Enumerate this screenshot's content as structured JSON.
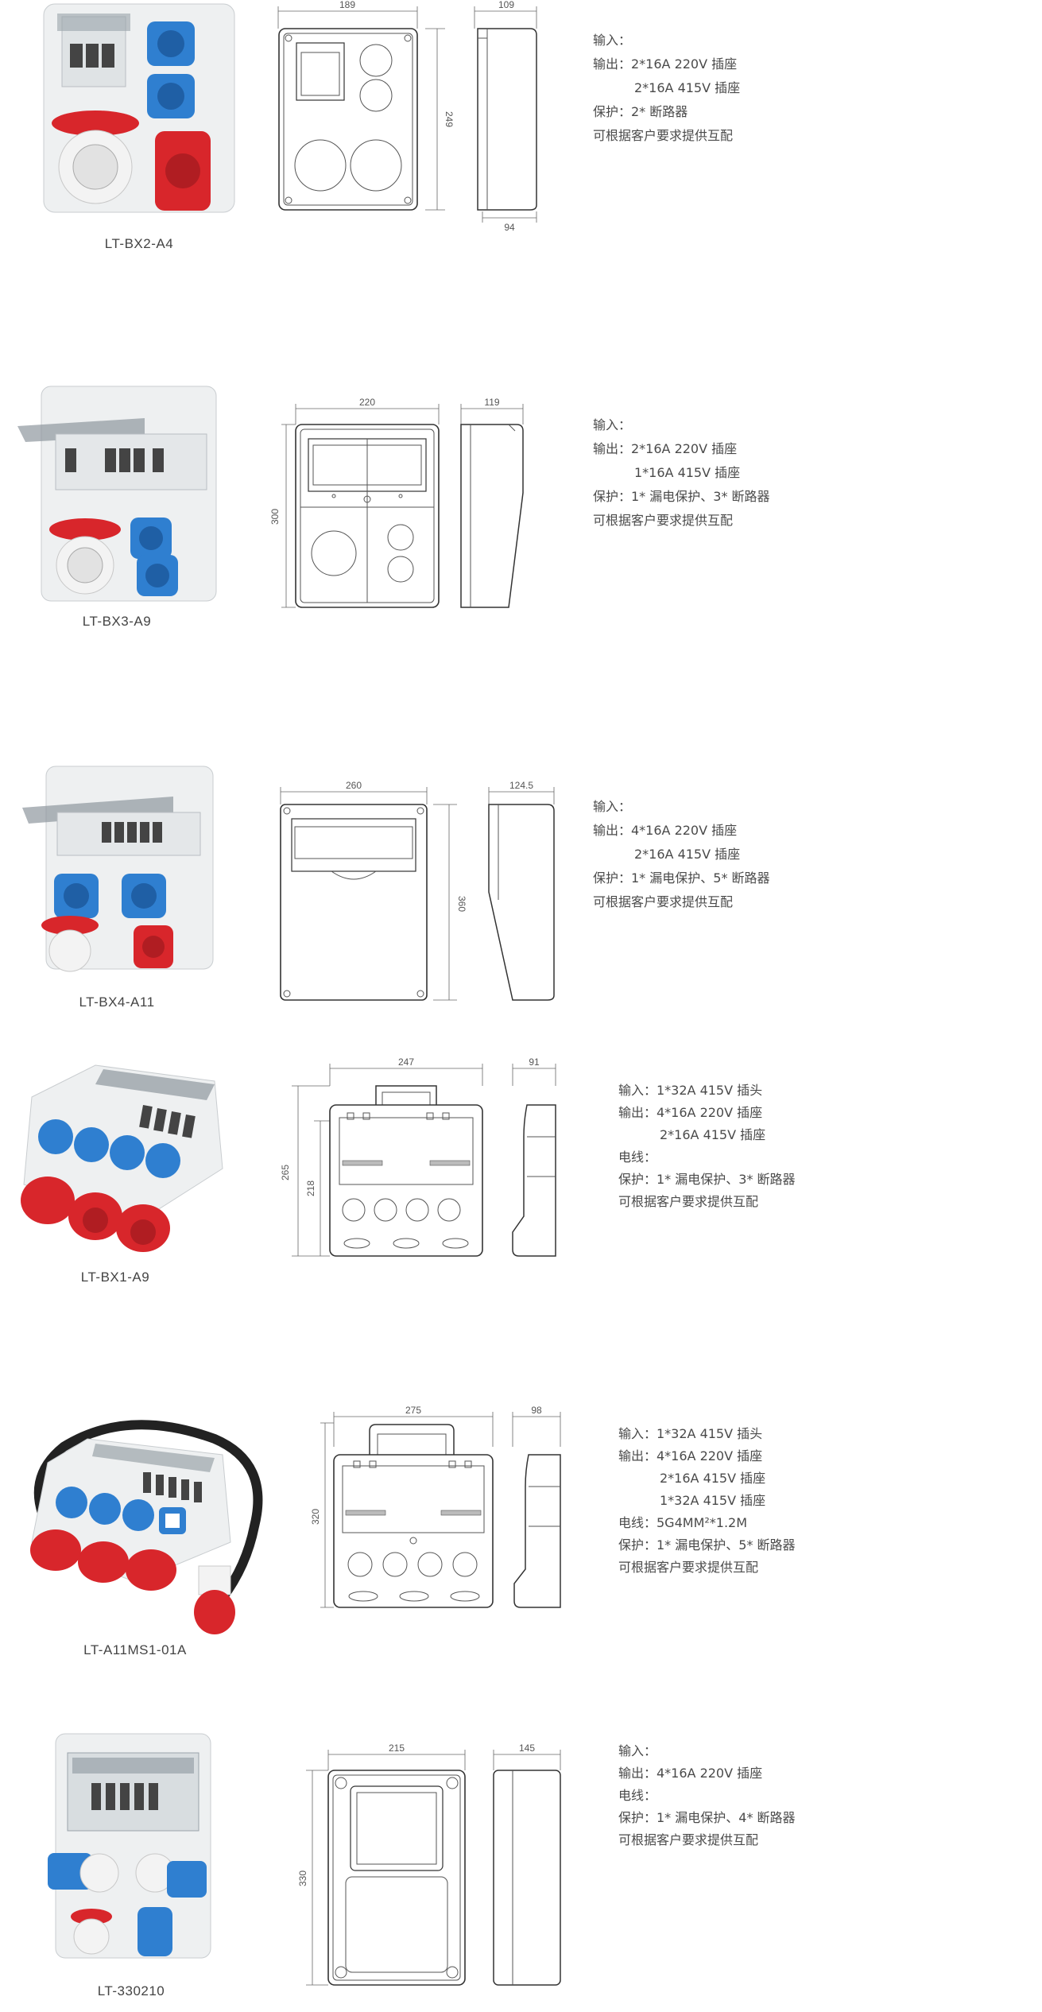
{
  "products": [
    {
      "model": "LT-BX2-A4",
      "dims": {
        "width": "189",
        "depth": "109",
        "height": "249",
        "depth_bottom": "94"
      },
      "spec": [
        {
          "text": "输入："
        },
        {
          "text": "输出：2*16A 220V 插座"
        },
        {
          "text": "2*16A 415V 插座",
          "indent": true
        },
        {
          "text": "保护：2* 断路器"
        },
        {
          "text": "可根据客户要求提供互配"
        }
      ]
    },
    {
      "model": "LT-BX3-A9",
      "dims": {
        "width": "220",
        "depth": "119",
        "height": "300"
      },
      "spec": [
        {
          "text": "输入："
        },
        {
          "text": "输出：2*16A 220V 插座"
        },
        {
          "text": "1*16A 415V 插座",
          "indent": true
        },
        {
          "text": "保护：1* 漏电保护、3* 断路器"
        },
        {
          "text": "可根据客户要求提供互配"
        }
      ]
    },
    {
      "model": "LT-BX4-A11",
      "dims": {
        "width": "260",
        "depth": "124.5",
        "height": "360"
      },
      "spec": [
        {
          "text": "输入："
        },
        {
          "text": "输出：4*16A 220V 插座"
        },
        {
          "text": "2*16A 415V 插座",
          "indent": true
        },
        {
          "text": "保护：1* 漏电保护、5* 断路器"
        },
        {
          "text": "可根据客户要求提供互配"
        }
      ]
    },
    {
      "model": "LT-BX1-A9",
      "dims": {
        "width": "247",
        "depth": "91",
        "height": "265",
        "height_inner": "218"
      },
      "spec": [
        {
          "text": "输入：1*32A 415V 插头"
        },
        {
          "text": "输出：4*16A 220V 插座"
        },
        {
          "text": "2*16A 415V 插座",
          "indent": true
        },
        {
          "text": "电线："
        },
        {
          "text": "保护：1* 漏电保护、3* 断路器"
        },
        {
          "text": "可根据客户要求提供互配"
        }
      ]
    },
    {
      "model": "LT-A11MS1-01A",
      "dims": {
        "width": "275",
        "depth": "98",
        "height": "320"
      },
      "spec": [
        {
          "text": "输入：1*32A 415V 插头"
        },
        {
          "text": "输出：4*16A 220V 插座"
        },
        {
          "text": "2*16A 415V 插座",
          "indent": true
        },
        {
          "text": "1*32A 415V 插座",
          "indent": true
        },
        {
          "text": "电线：5G4MM²*1.2M"
        },
        {
          "text": "保护：1* 漏电保护、5* 断路器"
        },
        {
          "text": "可根据客户要求提供互配"
        }
      ]
    },
    {
      "model": "LT-330210",
      "dims": {
        "width": "215",
        "depth": "145",
        "height": "330"
      },
      "spec": [
        {
          "text": "输入："
        },
        {
          "text": "输出：4*16A 220V 插座"
        },
        {
          "text": "电线："
        },
        {
          "text": "保护：1* 漏电保护、4* 断路器"
        },
        {
          "text": "可根据客户要求提供互配"
        }
      ]
    }
  ],
  "colors": {
    "red": "#d8262b",
    "blue": "#2f7fd0",
    "body": "#eef0f1",
    "line": "#333333"
  }
}
